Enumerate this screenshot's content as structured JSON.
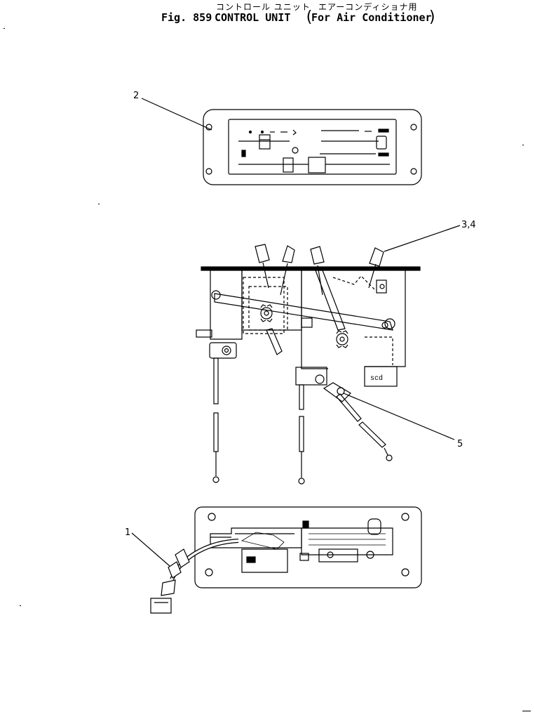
{
  "title": {
    "jp_main": "コントロール ユニット",
    "jp_sub": "エアーコンディショナ用",
    "fig_label": "Fig. 859",
    "name": "CONTROL UNIT",
    "sub": "For Air Conditioner"
  },
  "callouts": [
    {
      "id": "c2",
      "text": "2"
    },
    {
      "id": "c34",
      "text": "3,4"
    },
    {
      "id": "c5",
      "text": "5"
    },
    {
      "id": "c1",
      "text": "1"
    }
  ],
  "panel_label": "scd"
}
